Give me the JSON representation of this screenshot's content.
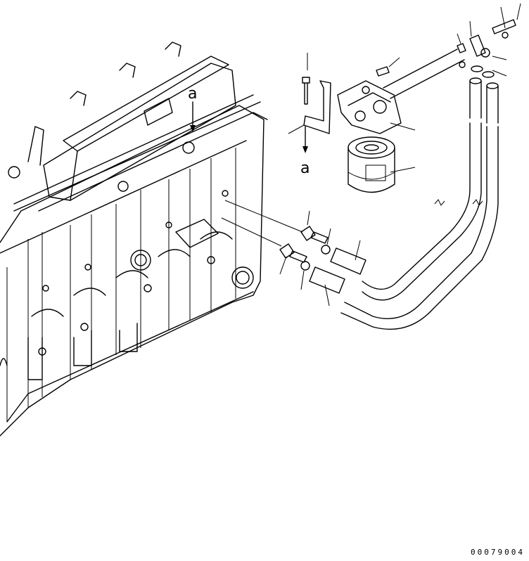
{
  "view_labels": {
    "a_top": "a",
    "a_bottom": "a"
  },
  "drawing_code": "00079004"
}
